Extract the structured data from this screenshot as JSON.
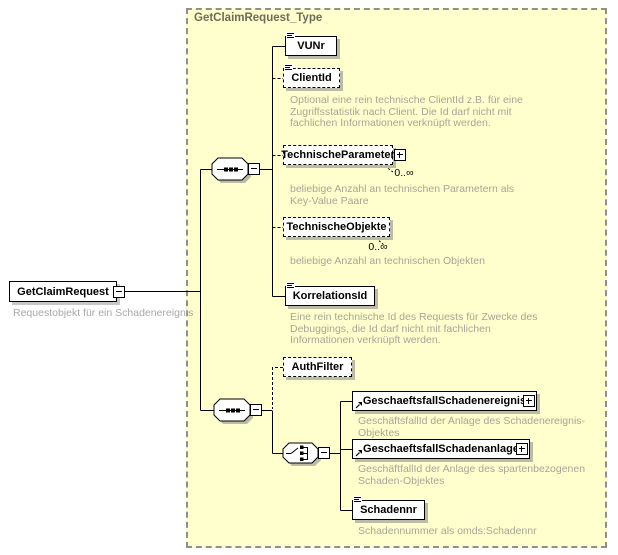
{
  "type_panel": {
    "title": "GetClaimRequest_Type"
  },
  "root_element": {
    "label": "GetClaimRequest",
    "annotation": "Requestobjekt für ein Schadenereignis"
  },
  "elements": {
    "vunr": {
      "label": "VUNr"
    },
    "client_id": {
      "label": "ClientId",
      "annotation": "Optional eine rein technische ClientId z.B. für eine\nZugriffsstatistik nach Client. Die Id darf nicht mit\nfachlichen Informationen verknüpft werden."
    },
    "technische_parameter": {
      "label": "TechnischeParameter",
      "cardinality": "0..∞",
      "annotation": "beliebige Anzahl an technischen Parametern als\nKey-Value Paare"
    },
    "technische_objekte": {
      "label": "TechnischeObjekte",
      "cardinality": "0..∞",
      "annotation": "beliebige Anzahl an technischen Objekten"
    },
    "korrelations_id": {
      "label": "KorrelationsId",
      "annotation": "Eine rein technische Id des Requests für Zwecke des\nDebuggings, die Id darf nicht mit fachlichen\nInformationen verknüpft werden."
    },
    "auth_filter": {
      "label": "AuthFilter"
    },
    "geschaeftsfall_schadenereignis": {
      "label": "GeschaeftsfallSchadenereignis",
      "annotation": "GeschäftsfallId der Anlage des Schadenereignis-Objektes"
    },
    "geschaeftsfall_schadenanlage": {
      "label": "GeschaeftsfallSchadenanlage",
      "annotation": "GeschäftfallId der Anlage des spartenbezogenen\nSchaden-Objektes"
    },
    "schadennr": {
      "label": "Schadennr",
      "annotation": "Schadennummer als omds:Schadennr"
    }
  },
  "colors": {
    "panel_background": "#ffffcd",
    "panel_border": "#8f8f8f",
    "panel_title_text": "#6c6c5a",
    "annotation_text": "#a6a697",
    "box_border": "#000000",
    "box_shadow": "#bcbca6"
  }
}
